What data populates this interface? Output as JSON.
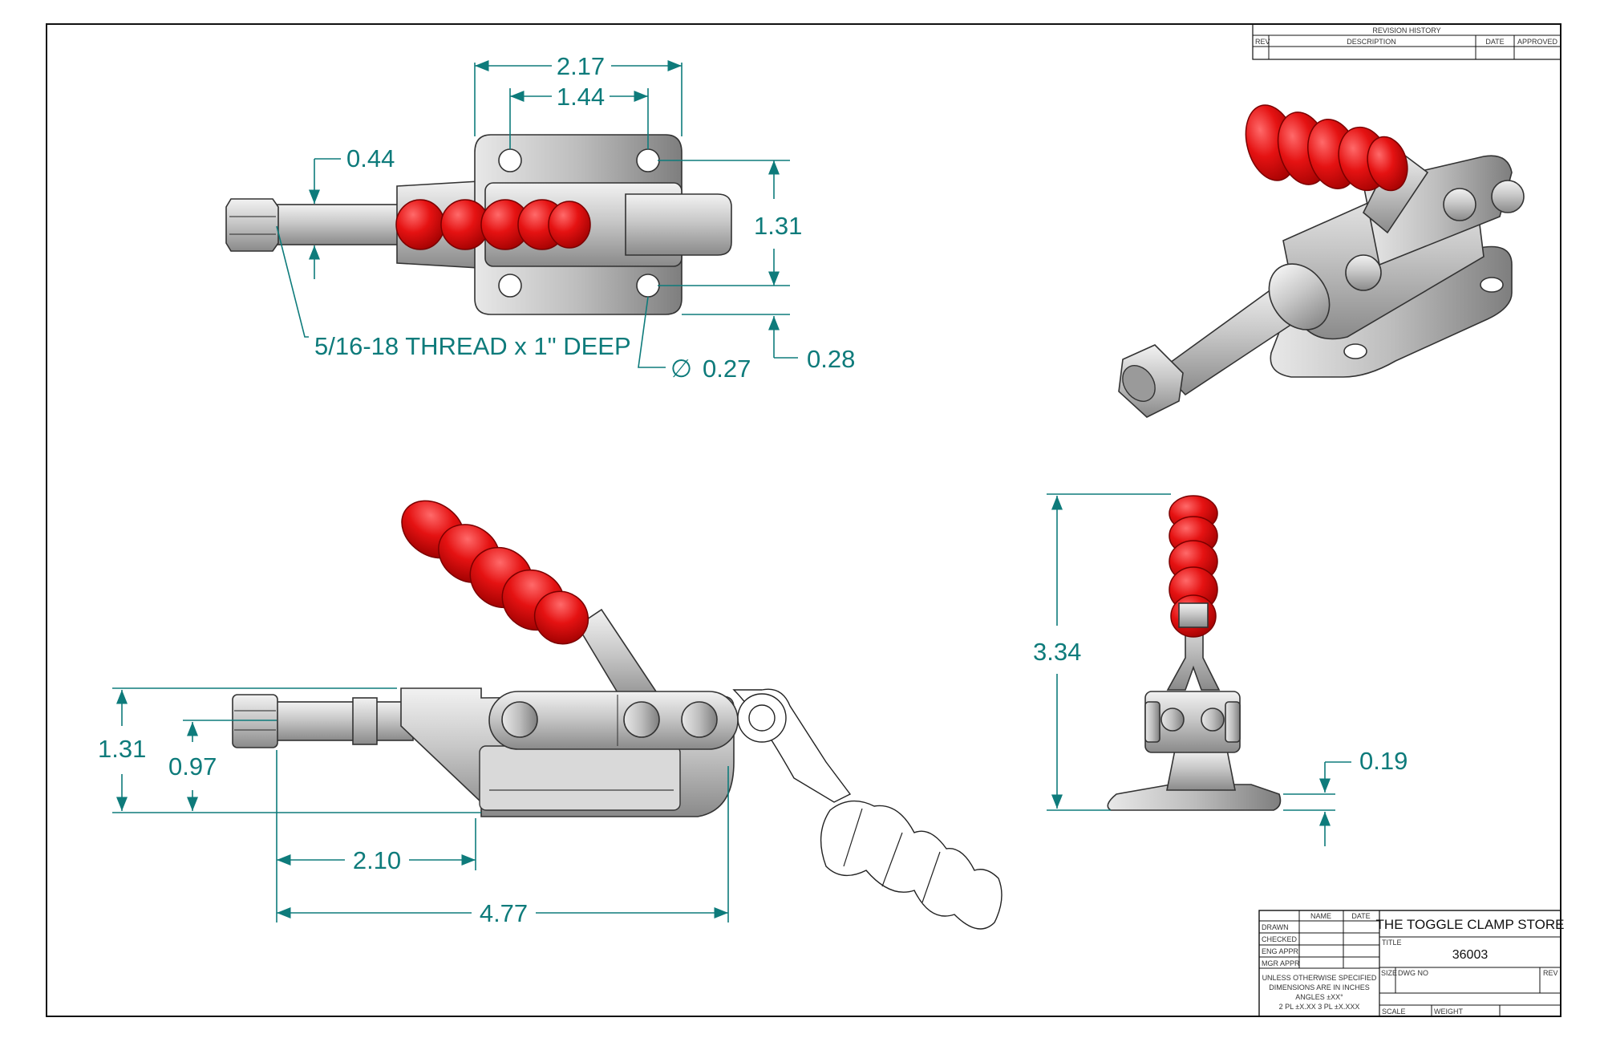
{
  "revision_block": {
    "title": "REVISION HISTORY",
    "col_rev": "REV",
    "col_description": "DESCRIPTION",
    "col_date": "DATE",
    "col_approved": "APPROVED"
  },
  "top_view": {
    "dim_overall_width": "2.17",
    "dim_hole_spacing": "1.44",
    "dim_plunger_dia": "0.44",
    "dim_hole_rows": "1.31",
    "thread_note": "5/16-18 THREAD x 1\" DEEP",
    "hole_symbol": "∅",
    "dim_hole_dia": "0.27",
    "dim_base_edge": "0.28"
  },
  "side_view": {
    "dim_height": "1.31",
    "dim_center_height": "0.97",
    "dim_plunger_travel": "2.10",
    "dim_overall_length": "4.77"
  },
  "end_view": {
    "dim_overall_height": "3.34",
    "dim_base_thickness": "0.19"
  },
  "title_block": {
    "col_name": "NAME",
    "col_date": "DATE",
    "rows": [
      "DRAWN",
      "CHECKED",
      "ENG APPR",
      "MGR APPR"
    ],
    "notes": [
      "UNLESS OTHERWISE SPECIFIED",
      "DIMENSIONS ARE IN INCHES",
      "ANGLES ±XX°",
      "2 PL ±X.XX  3 PL ±X.XXX"
    ],
    "company": "THE TOGGLE CLAMP STORE",
    "title_label": "TITLE",
    "part_number": "36003",
    "size_label": "SIZE",
    "dwg_no_label": "DWG NO",
    "rev_label": "REV",
    "scale_label": "SCALE",
    "weight_label": "WEIGHT"
  },
  "colors": {
    "dimension": "#0e7b7b",
    "grip": "#e01010",
    "steel": "#c9c9c9"
  }
}
